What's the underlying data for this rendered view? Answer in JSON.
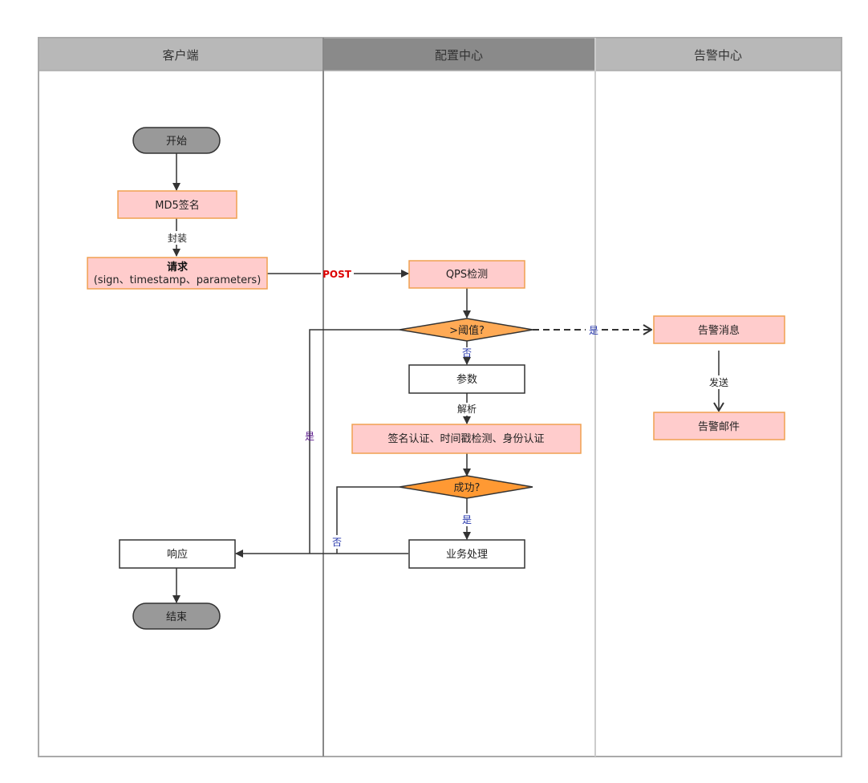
{
  "lanes": [
    {
      "title": "客户端"
    },
    {
      "title": "配置中心"
    },
    {
      "title": "告警中心"
    }
  ],
  "nodes": {
    "start": "开始",
    "md5": "MD5签名",
    "request_title": "请求",
    "request_params": "(sign、timestamp、parameters)",
    "qps": "QPS检测",
    "threshold": ">阈值?",
    "alarm_msg": "告警消息",
    "alarm_mail": "告警邮件",
    "params": "参数",
    "auth": "签名认证、时间戳检测、身份认证",
    "success": "成功?",
    "business": "业务处理",
    "response": "响应",
    "end": "结束"
  },
  "edges": {
    "wrap": "封装",
    "post": "POST",
    "yes_threshold": "是",
    "no_threshold": "否",
    "send": "发送",
    "parse": "解析",
    "yes_left": "是",
    "yes_success": "是",
    "no_success": "否"
  },
  "colors": {
    "lane_header": "#b8b8b8",
    "lane_header_active": "#8a8a8a",
    "terminal_fill": "#999999",
    "process_fill": "#ffcccc",
    "process_stroke": "#f0a050",
    "decision_fill": "#ffaa55",
    "decision_fill_strong": "#ff9933",
    "post_label": "#dd0000",
    "yes_no_label": "#2233aa"
  }
}
